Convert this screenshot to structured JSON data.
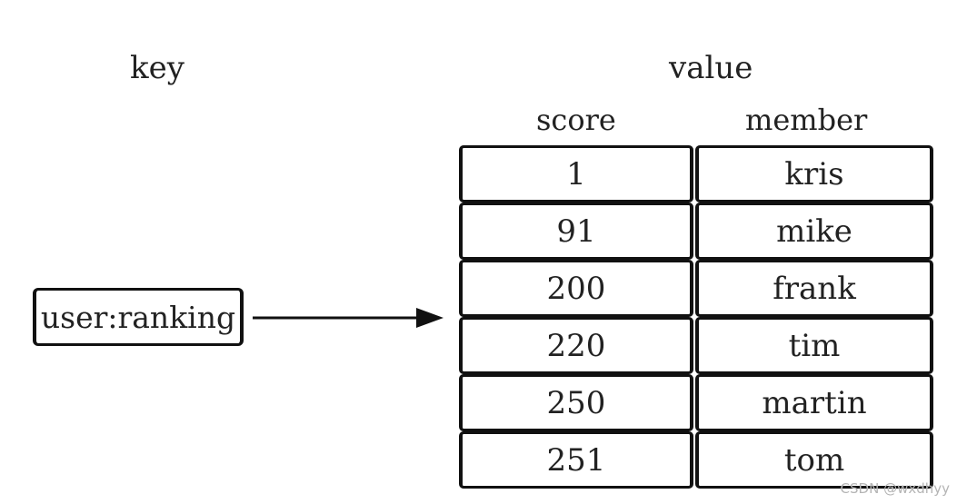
{
  "labels": {
    "key": "key",
    "value": "value",
    "score": "score",
    "member": "member"
  },
  "key_name": "user:ranking",
  "rows": [
    {
      "score": "1",
      "member": "kris"
    },
    {
      "score": "91",
      "member": "mike"
    },
    {
      "score": "200",
      "member": "frank"
    },
    {
      "score": "220",
      "member": "tim"
    },
    {
      "score": "250",
      "member": "martin"
    },
    {
      "score": "251",
      "member": "tom"
    }
  ],
  "watermark": "CSDN @wxdhyy"
}
